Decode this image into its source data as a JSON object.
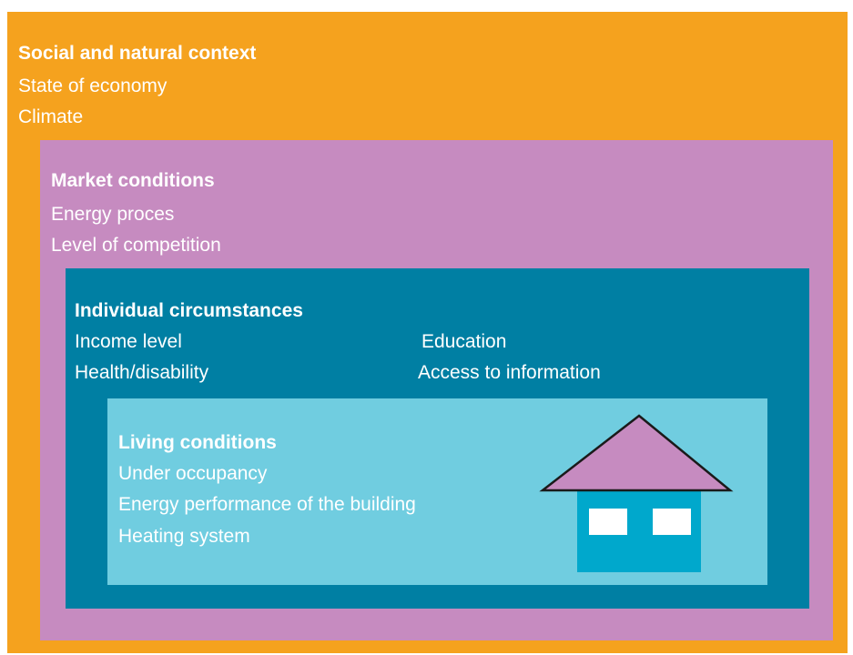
{
  "social": {
    "title": "Social and natural context",
    "items": [
      "State of economy",
      "Climate"
    ]
  },
  "market": {
    "title": "Market conditions",
    "items": [
      "Energy proces",
      "Level of competition"
    ]
  },
  "individual": {
    "title": "Individual circumstances",
    "items_left": [
      "Income level",
      "Health/disability"
    ],
    "items_right": [
      "Education",
      "Access to information"
    ]
  },
  "living": {
    "title": "Living conditions",
    "items": [
      "Under occupancy",
      "Energy performance of the building",
      "Heating system"
    ]
  },
  "colors": {
    "social": "#f5a21e",
    "market": "#c68bc0",
    "individual": "#007fa3",
    "living": "#70cde0",
    "house_body": "#00a8cc",
    "house_roof": "#c68bc0"
  },
  "house_icon": "house-icon"
}
